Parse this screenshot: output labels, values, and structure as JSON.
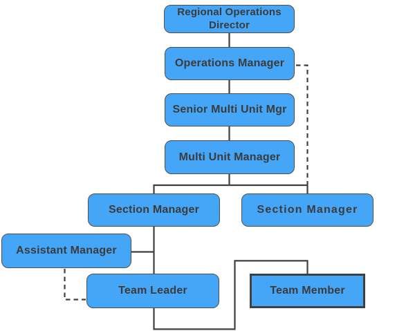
{
  "diagram": {
    "type": "org-chart",
    "nodes": [
      {
        "id": "regional-operations-director",
        "label": "Regional Operations Director",
        "shape": "rounded"
      },
      {
        "id": "operations-manager",
        "label": "Operations Manager",
        "shape": "rounded"
      },
      {
        "id": "senior-multi-unit-mgr",
        "label": "Senior Multi Unit Mgr",
        "shape": "rounded"
      },
      {
        "id": "multi-unit-manager",
        "label": "Multi Unit Manager",
        "shape": "rounded"
      },
      {
        "id": "section-manager-left",
        "label": "Section Manager",
        "shape": "rounded"
      },
      {
        "id": "section-manager-right",
        "label": "Section Manager",
        "shape": "rounded"
      },
      {
        "id": "assistant-manager",
        "label": "Assistant Manager",
        "shape": "rounded"
      },
      {
        "id": "team-leader",
        "label": "Team Leader",
        "shape": "rounded"
      },
      {
        "id": "team-member",
        "label": "Team Member",
        "shape": "rectangle"
      }
    ],
    "edges": [
      {
        "from": "regional-operations-director",
        "to": "operations-manager",
        "style": "solid"
      },
      {
        "from": "operations-manager",
        "to": "senior-multi-unit-mgr",
        "style": "solid"
      },
      {
        "from": "senior-multi-unit-mgr",
        "to": "multi-unit-manager",
        "style": "solid"
      },
      {
        "from": "multi-unit-manager",
        "to": "section-manager-left",
        "style": "solid"
      },
      {
        "from": "multi-unit-manager",
        "to": "section-manager-right",
        "style": "solid"
      },
      {
        "from": "operations-manager",
        "to": "section-manager-right",
        "style": "dashed"
      },
      {
        "from": "section-manager-left",
        "to": "assistant-manager",
        "style": "solid"
      },
      {
        "from": "section-manager-left",
        "to": "team-leader",
        "style": "solid"
      },
      {
        "from": "assistant-manager",
        "to": "team-leader",
        "style": "dashed"
      },
      {
        "from": "team-leader",
        "to": "team-member",
        "style": "solid"
      }
    ],
    "colors": {
      "node_fill": "#45A6F7",
      "node_border": "#4d4d4d",
      "team_member_border": "#404040",
      "text": "#3b3b3b",
      "line": "#3f3f3f"
    }
  }
}
